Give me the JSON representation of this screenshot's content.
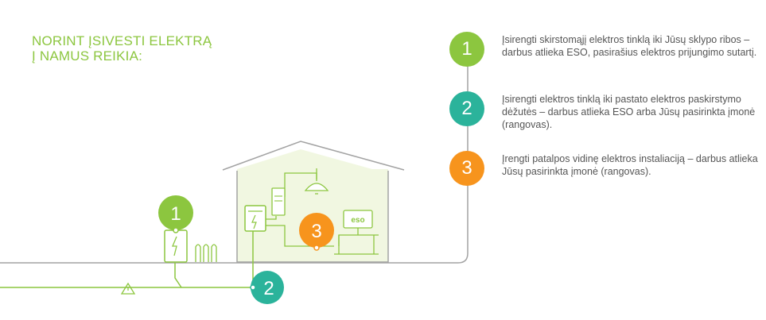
{
  "heading": {
    "line1": "NORINT ĮSIVESTI ELEKTRĄ",
    "line2": "Į NAMUS REIKIA:"
  },
  "steps": [
    {
      "number": "1",
      "text": "Įsirengti skirstomąjį elektros tinklą iki Jūsų sklypo ribos – darbus atlieka ESO, pasirašius elektros prijungimo sutartį.",
      "color": "#8cc63f"
    },
    {
      "number": "2",
      "text": "Įsirengti elektros tinklą iki pastato elektros paskirstymo dėžutės – darbus atlieka ESO arba Jūsų pasirinkta įmonė (rangovas).",
      "color": "#2bb39b"
    },
    {
      "number": "3",
      "text": "Įrengti patalpos vidinę elektros instaliaciją – darbus atlieka Jūsų pasirinkta įmonė (rangovas).",
      "color": "#f7941d"
    }
  ],
  "illustration": {
    "marker_1": "1",
    "marker_2": "2",
    "marker_3": "3",
    "screen_label": "eso",
    "line_color": "#a3a3a3",
    "green": "#8cc63f",
    "house_fill": "#f1f7e1"
  }
}
